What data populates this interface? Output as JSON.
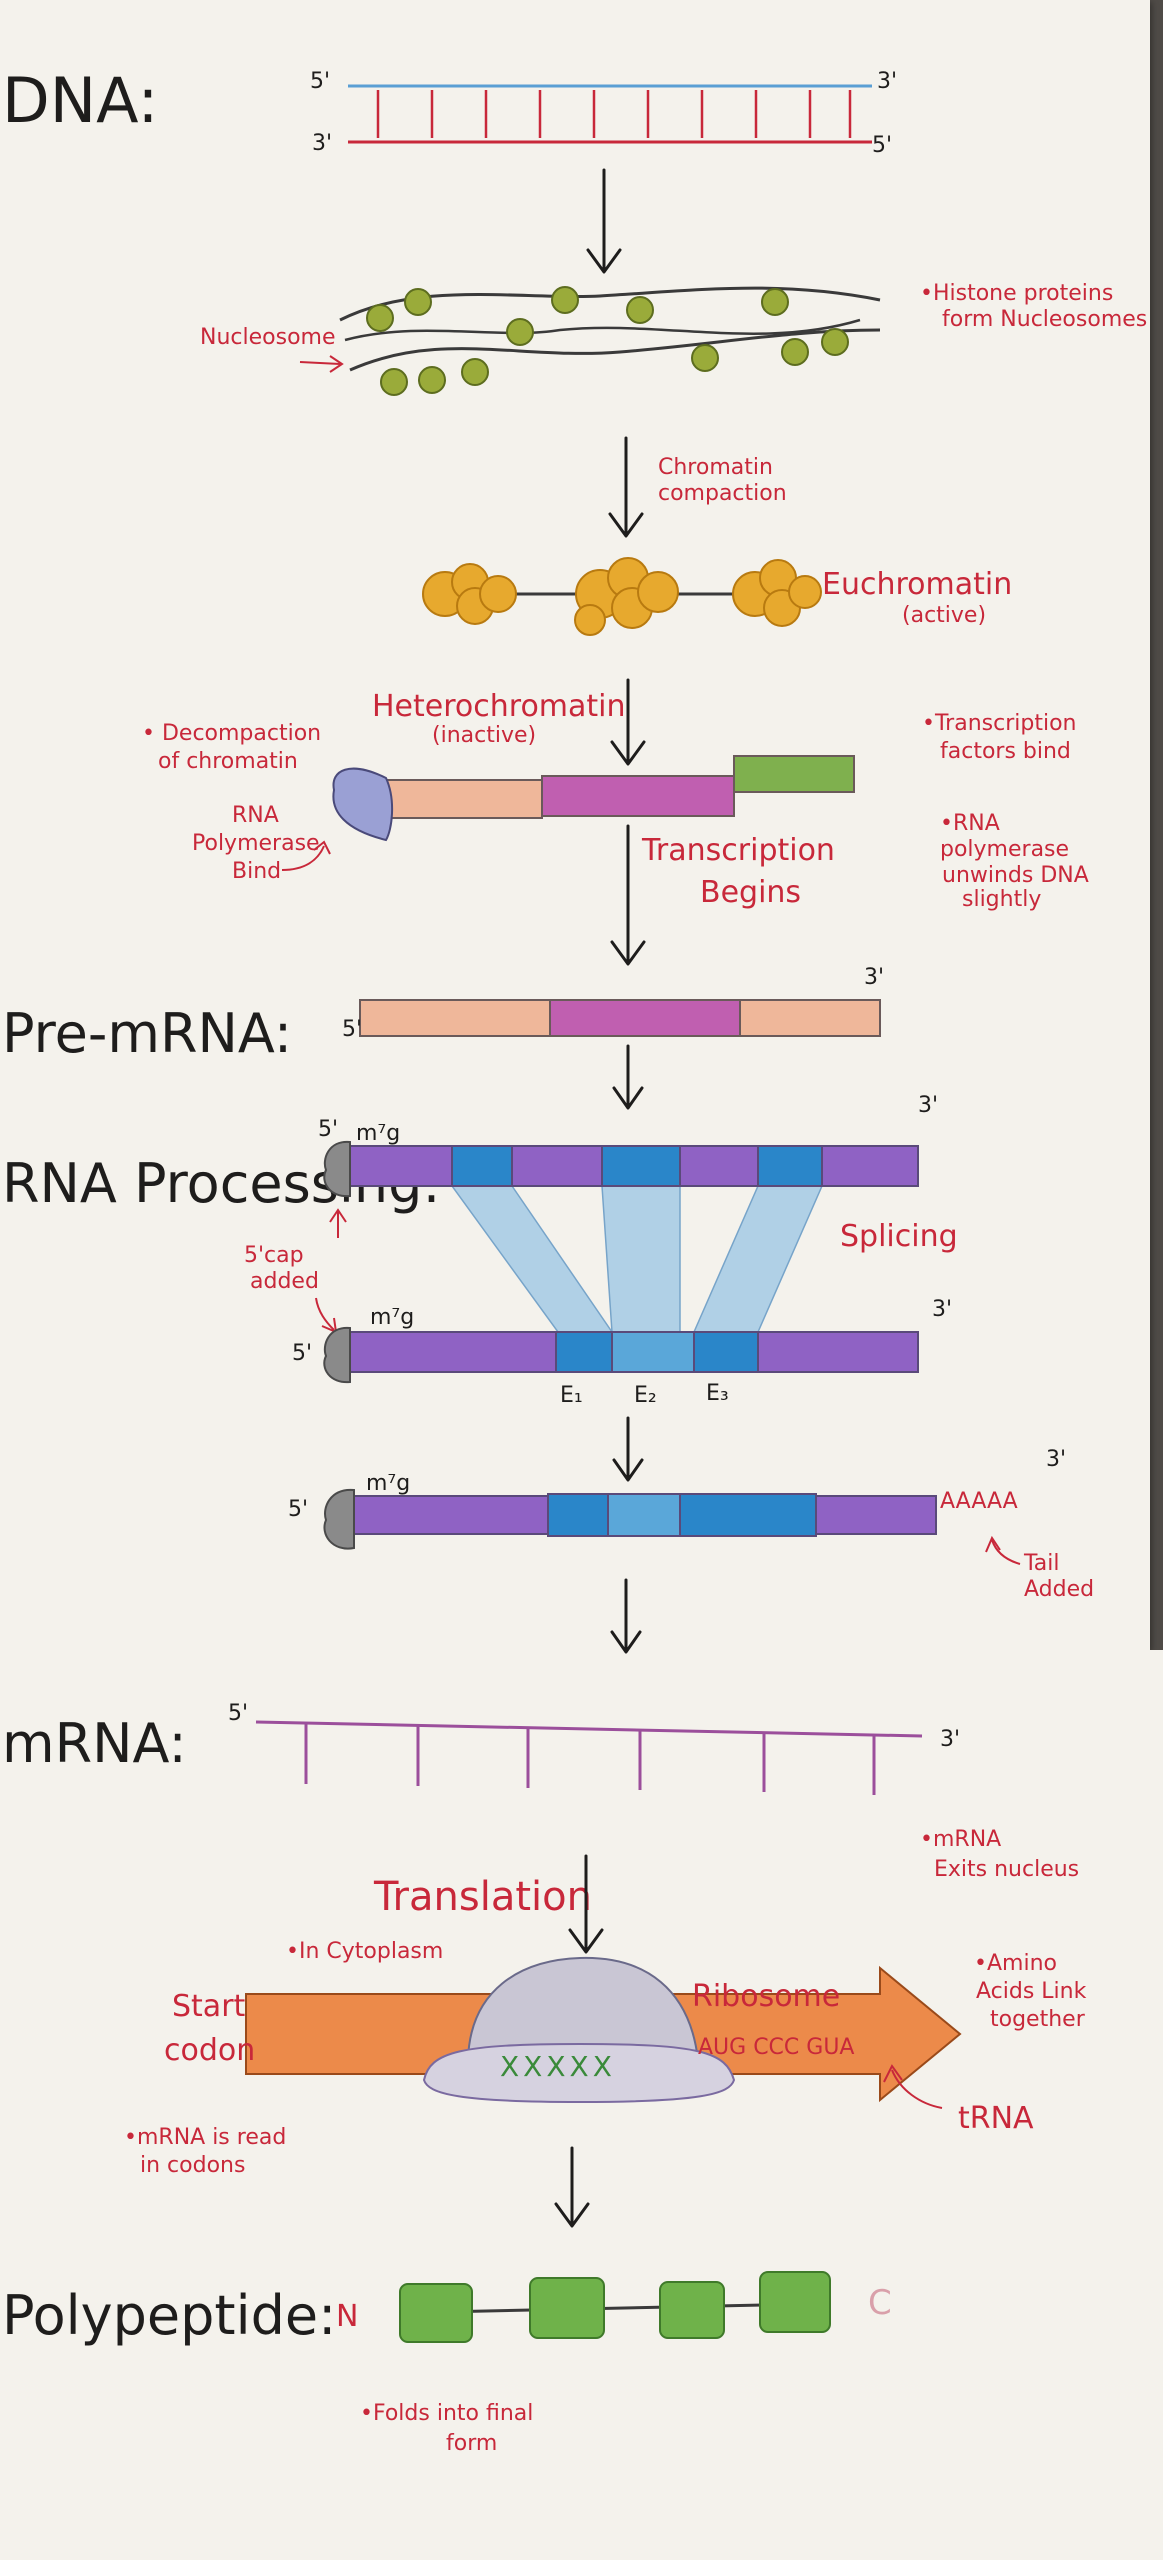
{
  "stages": {
    "dna": "DNA:",
    "pre_mrna": "Pre-mRNA:",
    "rna_processing": "RNA Processing:",
    "mrna": "mRNA:",
    "polypeptide": "Polypeptide:"
  },
  "dna": {
    "top_five": "5'",
    "top_three": "3'",
    "bottom_three": "3'",
    "bottom_five": "5'",
    "nucleosome_label": "Nucleosome",
    "note_histone_1": "•Histone proteins",
    "note_histone_2": "form Nucleosomes",
    "compaction_1": "Chromatin",
    "compaction_2": "compaction",
    "euchromatin": "Euchromatin",
    "euchromatin_state": "(active)",
    "heterochromatin": "Heterochromatin",
    "heterochromatin_state": "(inactive)",
    "note_decompaction_1": "• Decompaction",
    "note_decompaction_2": "of chromatin",
    "rna_pol_1": "RNA",
    "rna_pol_2": "Polymerase",
    "rna_pol_3": "Bind",
    "note_tf_1": "•Transcription",
    "note_tf_2": "factors bind",
    "note_unwind_1": "•RNA",
    "note_unwind_2": "polymerase",
    "note_unwind_3": "unwinds DNA",
    "note_unwind_4": "slightly",
    "transcription_1": "Transcription",
    "transcription_2": "Begins"
  },
  "pre_mrna": {
    "five": "5'",
    "three": "3'"
  },
  "processing": {
    "five": "5'",
    "three": "3'",
    "cap_mark": "m⁷g",
    "cap_note_1": "5'cap",
    "cap_note_2": "added",
    "splicing": "Splicing",
    "spliced_five": "5'",
    "spliced_three": "3'",
    "spliced_cap": "m⁷g",
    "exon_1": "E₁",
    "exon_2": "E₂",
    "exon_3": "E₃",
    "final_five": "5'",
    "final_cap": "m⁷g",
    "poly_a": "AAAAA",
    "poly_a_three": "3'",
    "tail_1": "Tail",
    "tail_2": "Added"
  },
  "mrna": {
    "five": "5'",
    "three": "3'",
    "exits_1": "•mRNA",
    "exits_2": "Exits nucleus"
  },
  "translation": {
    "title": "Translation",
    "in_cytoplasm": "•In Cytoplasm",
    "start_1": "Start",
    "start_2": "codon",
    "ribosome": "Ribosome",
    "codons": "AUG CCC GUA",
    "trna": "tRNA",
    "amino_1": "•Amino",
    "amino_2": "Acids Link",
    "amino_3": "together",
    "read_1": "•mRNA is read",
    "read_2": "in codons",
    "sites": "XXXXX"
  },
  "polypeptide": {
    "n_term": "N",
    "c_term": "C",
    "folds_1": "•Folds into final",
    "folds_2": "form"
  },
  "colors": {
    "ink": "#1e1d1c",
    "annotation_red": "#c8283a",
    "dna_blue": "#5a9fd4",
    "histone_green": "#9aab3a",
    "chromatin_yellow": "#e7a92e",
    "peach": "#efb79a",
    "magenta": "#c05fb0",
    "green_bar": "#7fb04e",
    "purple": "#8f62c4",
    "exon_blue": "#2a86c9",
    "orange": "#ec8a4a",
    "polypeptide_green": "#6fb24a"
  }
}
